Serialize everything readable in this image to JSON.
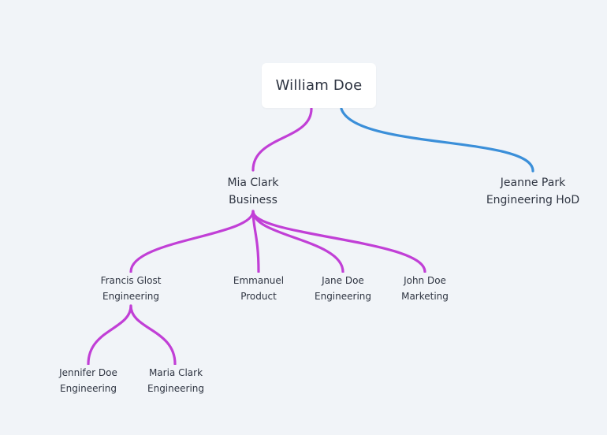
{
  "colors": {
    "background": "#f1f4f8",
    "branch_purple": "#c13fd6",
    "branch_blue": "#3b8fd9",
    "text": "#2f3542"
  },
  "root": {
    "name": "William Doe"
  },
  "nodes": {
    "mia": {
      "name": "Mia Clark",
      "role": "Business"
    },
    "jeanne": {
      "name": "Jeanne Park",
      "role": "Engineering HoD"
    },
    "francis": {
      "name": "Francis Glost",
      "role": "Engineering"
    },
    "emmanuel": {
      "name": "Emmanuel",
      "role": "Product"
    },
    "jane": {
      "name": "Jane Doe",
      "role": "Engineering"
    },
    "john": {
      "name": "John Doe",
      "role": "Marketing"
    },
    "jennifer": {
      "name": "Jennifer Doe",
      "role": "Engineering"
    },
    "maria": {
      "name": "Maria Clark",
      "role": "Engineering"
    }
  }
}
